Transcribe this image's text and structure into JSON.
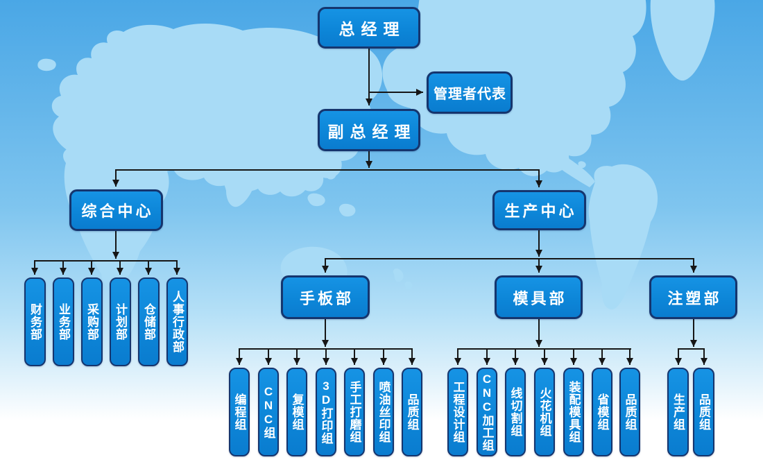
{
  "org": {
    "root": "总经理",
    "management_rep": "管理者代表",
    "deputy": "副总经理",
    "comprehensive_center": "综合中心",
    "production_center": "生产中心",
    "admin_departments": [
      "财务部",
      "业务部",
      "采购部",
      "计划部",
      "仓储部",
      "人事行政部"
    ],
    "production_departments": [
      "手板部",
      "模具部",
      "注塑部"
    ],
    "handboard_groups": [
      "编程组",
      "CNC组",
      "复模组",
      "3D打印组",
      "手工打磨组",
      "喷油丝印组",
      "品质组"
    ],
    "mold_groups": [
      "工程设计组",
      "CNC加工组",
      "线切割组",
      "火花机组",
      "装配模具组",
      "省模组",
      "品质组"
    ],
    "injection_groups": [
      "生产组",
      "品质组"
    ]
  },
  "colors": {
    "node_fill": "#0d86d8",
    "node_border": "#15356e",
    "node_text": "#ffffff",
    "connector": "#161616",
    "background_top": "#4aa7e6",
    "background_bottom": "#ffffff",
    "map_land": "#a8dbf6"
  }
}
